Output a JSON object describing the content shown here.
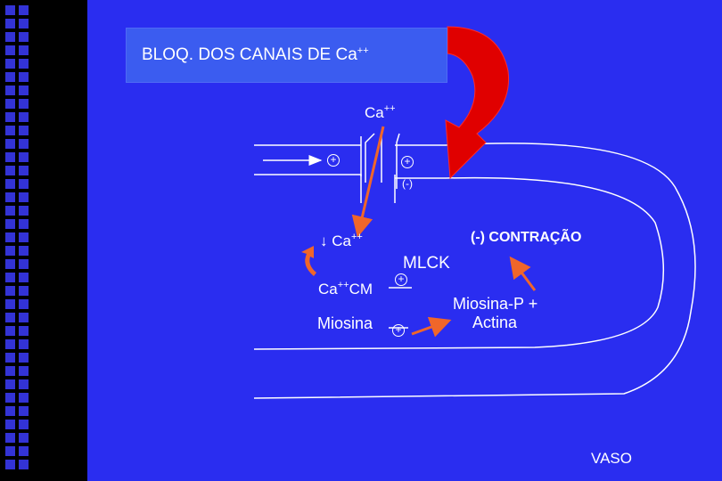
{
  "title": {
    "text": "BLOQ. DOS CANAIS DE Ca",
    "sup": "++"
  },
  "labels": {
    "ca_top": "Ca",
    "ca_top_sup": "++",
    "minus_channel": "(-)",
    "ca_down_arrow": "↓",
    "ca_down": "Ca",
    "ca_down_sup": "++",
    "contracao": "(-) CONTRAÇÃO",
    "mlck": "MLCK",
    "cacm": "Ca",
    "cacm_sup": "++",
    "cacm_suffix": "CM",
    "miosina": "Miosina",
    "miosina_p": "Miosina-P +",
    "actina": "Actina",
    "vaso": "VASO",
    "plus": "+"
  },
  "colors": {
    "background": "#2a2df0",
    "stripe": "#000000",
    "title_box": "#3b5cf0",
    "arrow_orange": "#f0662a",
    "arrow_red": "#e00000",
    "line": "#ffffff"
  },
  "icons": [
    "down-arrow-icon",
    "curved-arrow-icon",
    "plus-circle-icon"
  ]
}
